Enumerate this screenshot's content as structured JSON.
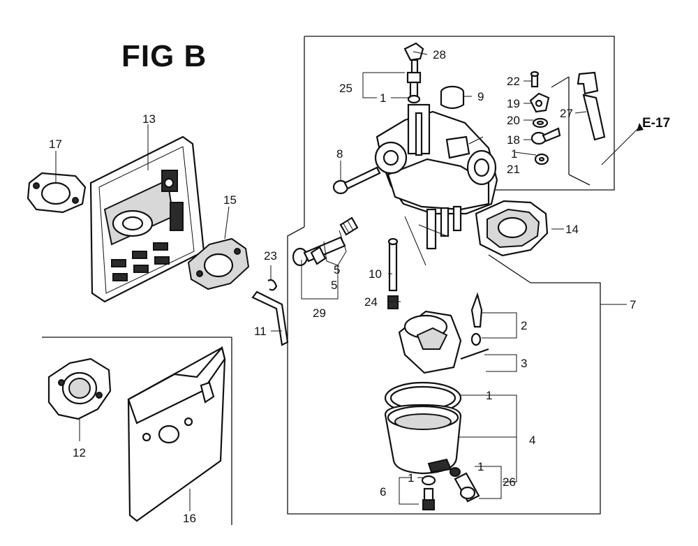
{
  "figure": {
    "title": "FIG B",
    "reference": "E-17"
  },
  "callouts": {
    "p1a": "1",
    "p1b": "1",
    "p1c": "1",
    "p1d": "1",
    "p1e": "1",
    "p2": "2",
    "p3": "3",
    "p4": "4",
    "p5": "5",
    "p6": "6",
    "p7": "7",
    "p8": "8",
    "p9": "9",
    "p10": "10",
    "p11": "11",
    "p12": "12",
    "p13": "13",
    "p14": "14",
    "p15": "15",
    "p16": "16",
    "p17": "17",
    "p18": "18",
    "p19": "19",
    "p20": "20",
    "p21": "21",
    "p22": "22",
    "p23": "23",
    "p24": "24",
    "p25": "25",
    "p26": "26",
    "p27": "27",
    "p28": "28",
    "p29": "29"
  },
  "colors": {
    "ink": "#111111",
    "paper": "#ffffff"
  }
}
